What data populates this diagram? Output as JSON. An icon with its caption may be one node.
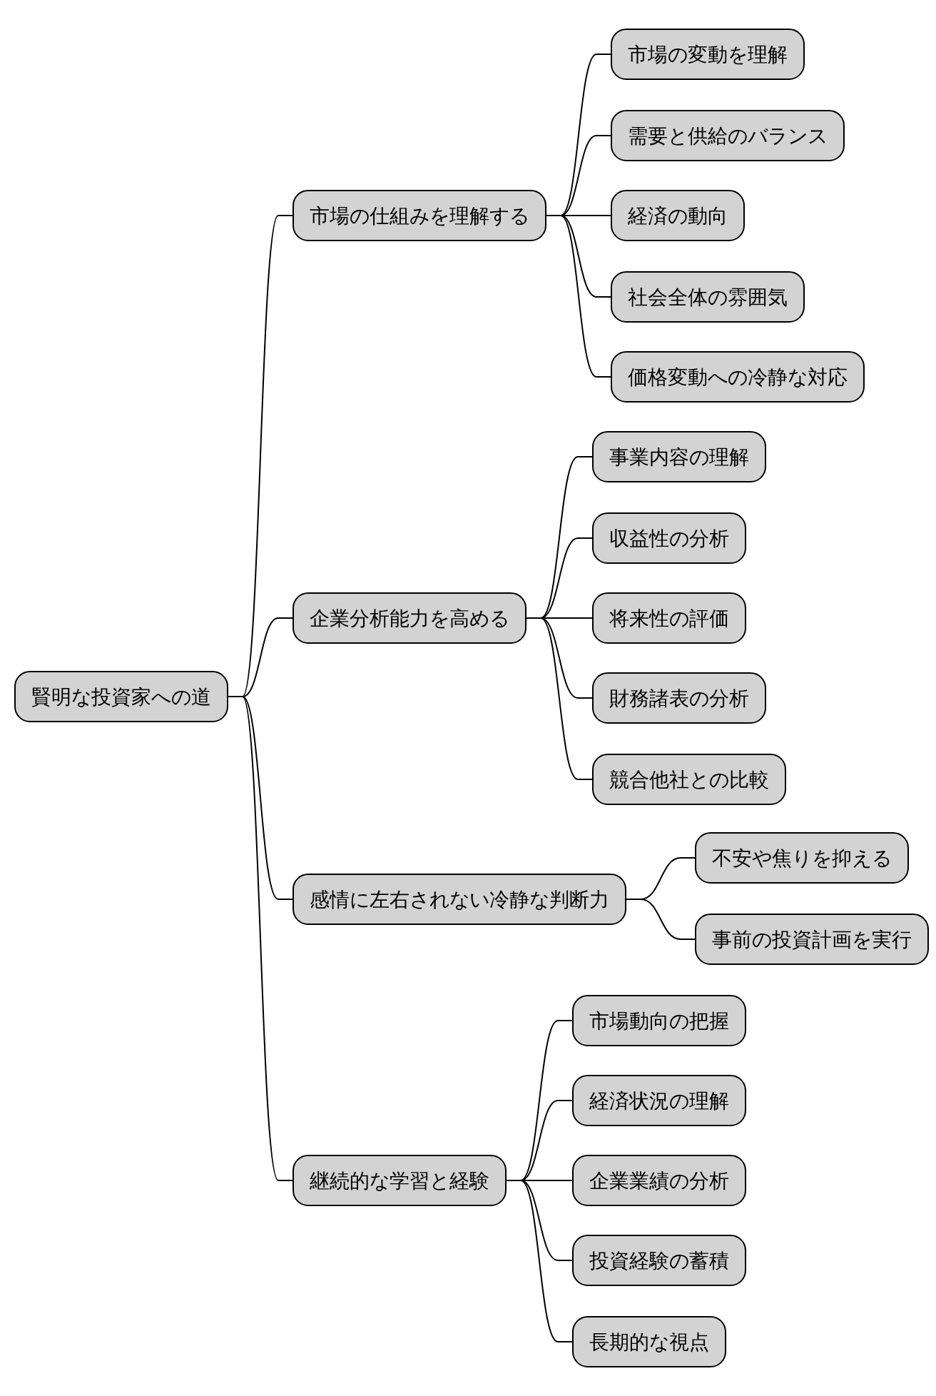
{
  "diagram": {
    "nodes": [
      {
        "text": [
          "賢明な投資家への道"
        ]
      },
      {
        "text": [
          "市場の仕組みを理解する"
        ]
      },
      {
        "text": [
          "市場の変動を理解"
        ]
      },
      {
        "text": [
          "需要と供給のバランス"
        ]
      },
      {
        "text": [
          "経済の動向"
        ]
      },
      {
        "text": [
          "社会全体の雰囲気"
        ]
      },
      {
        "text": [
          "価格変動への冷静な対応"
        ]
      },
      {
        "text": [
          "企業分析能力を高める"
        ]
      },
      {
        "text": [
          "事業内容の理解"
        ]
      },
      {
        "text": [
          "収益性の分析"
        ]
      },
      {
        "text": [
          "将来性の評価"
        ]
      },
      {
        "text": [
          "財務諸表の分析"
        ]
      },
      {
        "text": [
          "競合他社との比較"
        ]
      },
      {
        "text": [
          "感情に左右されない冷静な判断力"
        ]
      },
      {
        "text": [
          "不安や焦りを抑える"
        ]
      },
      {
        "text": [
          "事前の投資計画を実行"
        ]
      },
      {
        "text": [
          "継続的な学習と経験"
        ]
      },
      {
        "text": [
          "市場動向の把握"
        ]
      },
      {
        "text": [
          "経済状況の理解"
        ]
      },
      {
        "text": [
          "企業業績の分析"
        ]
      },
      {
        "text": [
          "投資経験の蓄積"
        ]
      },
      {
        "text": [
          "長期的な視点"
        ]
      }
    ],
    "edges": [
      {
        "from": 0,
        "to": 1,
        "arrow": "none"
      },
      {
        "from": 1,
        "to": 2,
        "arrow": "none"
      },
      {
        "from": 1,
        "to": 3,
        "arrow": "none"
      },
      {
        "from": 1,
        "to": 4,
        "arrow": "none"
      },
      {
        "from": 1,
        "to": 5,
        "arrow": "none"
      },
      {
        "from": 1,
        "to": 6,
        "arrow": "none"
      },
      {
        "from": 0,
        "to": 7,
        "arrow": "none"
      },
      {
        "from": 7,
        "to": 8,
        "arrow": "none"
      },
      {
        "from": 7,
        "to": 9,
        "arrow": "none"
      },
      {
        "from": 7,
        "to": 10,
        "arrow": "none"
      },
      {
        "from": 7,
        "to": 11,
        "arrow": "none"
      },
      {
        "from": 7,
        "to": 12,
        "arrow": "none"
      },
      {
        "from": 0,
        "to": 13,
        "arrow": "none"
      },
      {
        "from": 13,
        "to": 14,
        "arrow": "none"
      },
      {
        "from": 13,
        "to": 15,
        "arrow": "none"
      },
      {
        "from": 0,
        "to": 16,
        "arrow": "none"
      },
      {
        "from": 16,
        "to": 17,
        "arrow": "none"
      },
      {
        "from": 16,
        "to": 18,
        "arrow": "none"
      },
      {
        "from": 16,
        "to": 19,
        "arrow": "none"
      },
      {
        "from": 16,
        "to": 20,
        "arrow": "none"
      },
      {
        "from": 16,
        "to": 21,
        "arrow": "none"
      }
    ]
  }
}
